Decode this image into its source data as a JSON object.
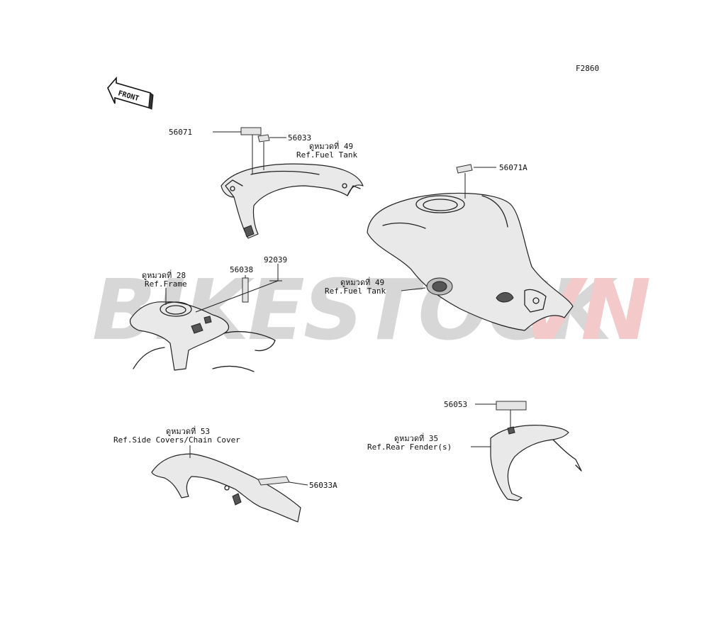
{
  "figure_code": "F2860",
  "front_arrow_text": "FRONT",
  "watermark": {
    "main": "BIKESTOCK",
    "suffix": "VN",
    "main_color": "#d7d7d7",
    "suffix_color": "#f3c9c9"
  },
  "labels": {
    "p56071": "56071",
    "p56033": "56033",
    "ref_seat_th": "ดูหมวดที่ 49",
    "ref_seat_en": "Ref.Fuel Tank",
    "p56071A": "56071A",
    "p92039": "92039",
    "p56038": "56038",
    "ref_frame_th": "ดูหมวดที่ 28",
    "ref_frame_en": "Ref.Frame",
    "ref_tank_th": "ดูหมวดที่ 49",
    "ref_tank_en": "Ref.Fuel Tank",
    "p56053": "56053",
    "ref_side_th": "ดูหมวดที่ 53",
    "ref_side_en": "Ref.Side Covers/Chain Cover",
    "ref_fender_th": "ดูหมวดที่ 35",
    "ref_fender_en": "Ref.Rear Fender(s)",
    "p56033A": "56033A"
  }
}
